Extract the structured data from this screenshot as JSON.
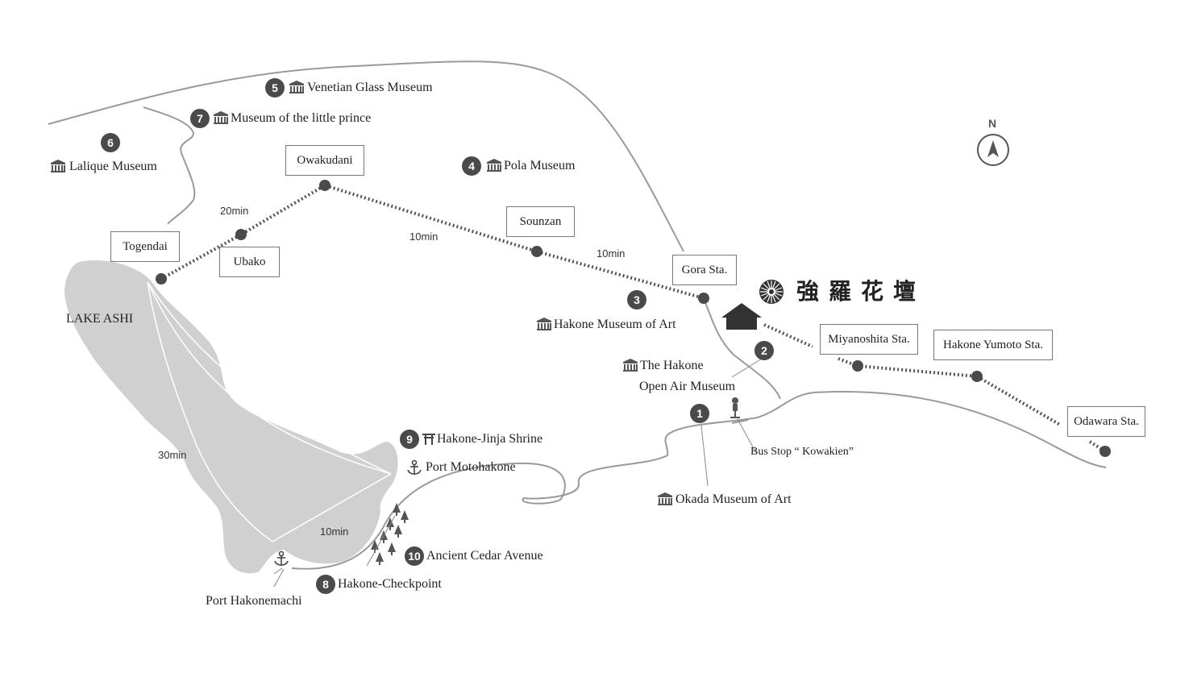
{
  "north": "N",
  "lake": "LAKE ASHI",
  "brand": "強羅花壇",
  "stations": {
    "owakudani": "Owakudani",
    "togendai": "Togendai",
    "ubako": "Ubako",
    "sounzan": "Sounzan",
    "gora": "Gora Sta.",
    "miyanoshita": "Miyanoshita Sta.",
    "yumoto": "Hakone Yumoto Sta.",
    "odawara": "Odawara Sta."
  },
  "times": {
    "t20": "20min",
    "t10a": "10min",
    "t10b": "10min",
    "t30": "30min",
    "t10c": "10min"
  },
  "spots": {
    "s1": {
      "num": "1",
      "label": "Okada Museum of Art"
    },
    "s2": {
      "num": "2",
      "label1": "The Hakone",
      "label2": "Open Air Museum"
    },
    "s3": {
      "num": "3",
      "label": "Hakone Museum of Art"
    },
    "s4": {
      "num": "4",
      "label": "Pola Museum"
    },
    "s5": {
      "num": "5",
      "label": "Venetian Glass Museum"
    },
    "s6": {
      "num": "6",
      "label": "Lalique Museum"
    },
    "s7": {
      "num": "7",
      "label": "Museum of the little prince"
    },
    "s8": {
      "num": "8",
      "label": "Hakone-Checkpoint"
    },
    "s9": {
      "num": "9",
      "label": "Hakone-Jinja Shrine"
    },
    "s10": {
      "num": "10",
      "label": "Ancient Cedar Avenue"
    }
  },
  "ports": {
    "motohakone": "Port Motohakone",
    "hakonemachi": "Port Hakonemachi"
  },
  "busstop": "Bus Stop “ Kowakien”",
  "colors": {
    "road": "#9a9a9a",
    "lake": "#d0d0d0",
    "dot": "#4a4a4a",
    "railway": "#555555"
  }
}
